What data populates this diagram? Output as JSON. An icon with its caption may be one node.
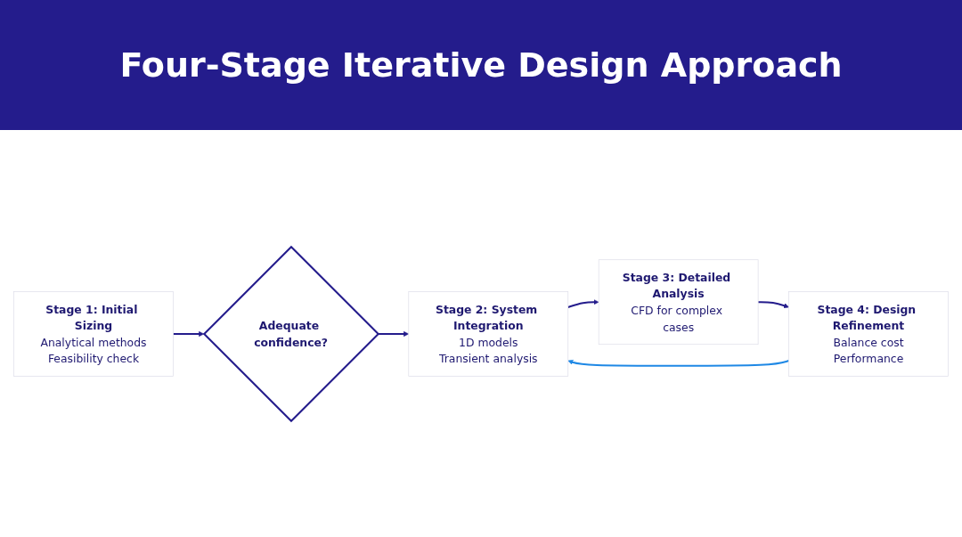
{
  "diagram": {
    "title": "Four-Stage Iterative Design Approach",
    "nodes": [
      {
        "text": [
          "Stage 1: Initial Sizing",
          "Analytical methods",
          "Feasibility check"
        ]
      },
      {
        "text": [
          "Adequate confidence?"
        ]
      },
      {
        "text": [
          "Stage 2: System Integration",
          "1D models",
          "Transient analysis"
        ]
      },
      {
        "text": [
          "Stage 3: Detailed Analysis",
          "CFD for complex cases"
        ]
      },
      {
        "text": [
          "Stage 4: Design Refinement",
          "Balance cost",
          "Performance"
        ]
      }
    ],
    "edges": [
      {
        "from": 0,
        "to": 1,
        "arrow": "to"
      },
      {
        "from": 1,
        "to": 2,
        "arrow": "to"
      },
      {
        "from": 2,
        "to": 3,
        "arrow": "to"
      },
      {
        "from": 3,
        "to": 4,
        "arrow": "to"
      },
      {
        "from": 4,
        "to": 2,
        "arrow": "to",
        "color": "#1e88e5"
      }
    ]
  }
}
